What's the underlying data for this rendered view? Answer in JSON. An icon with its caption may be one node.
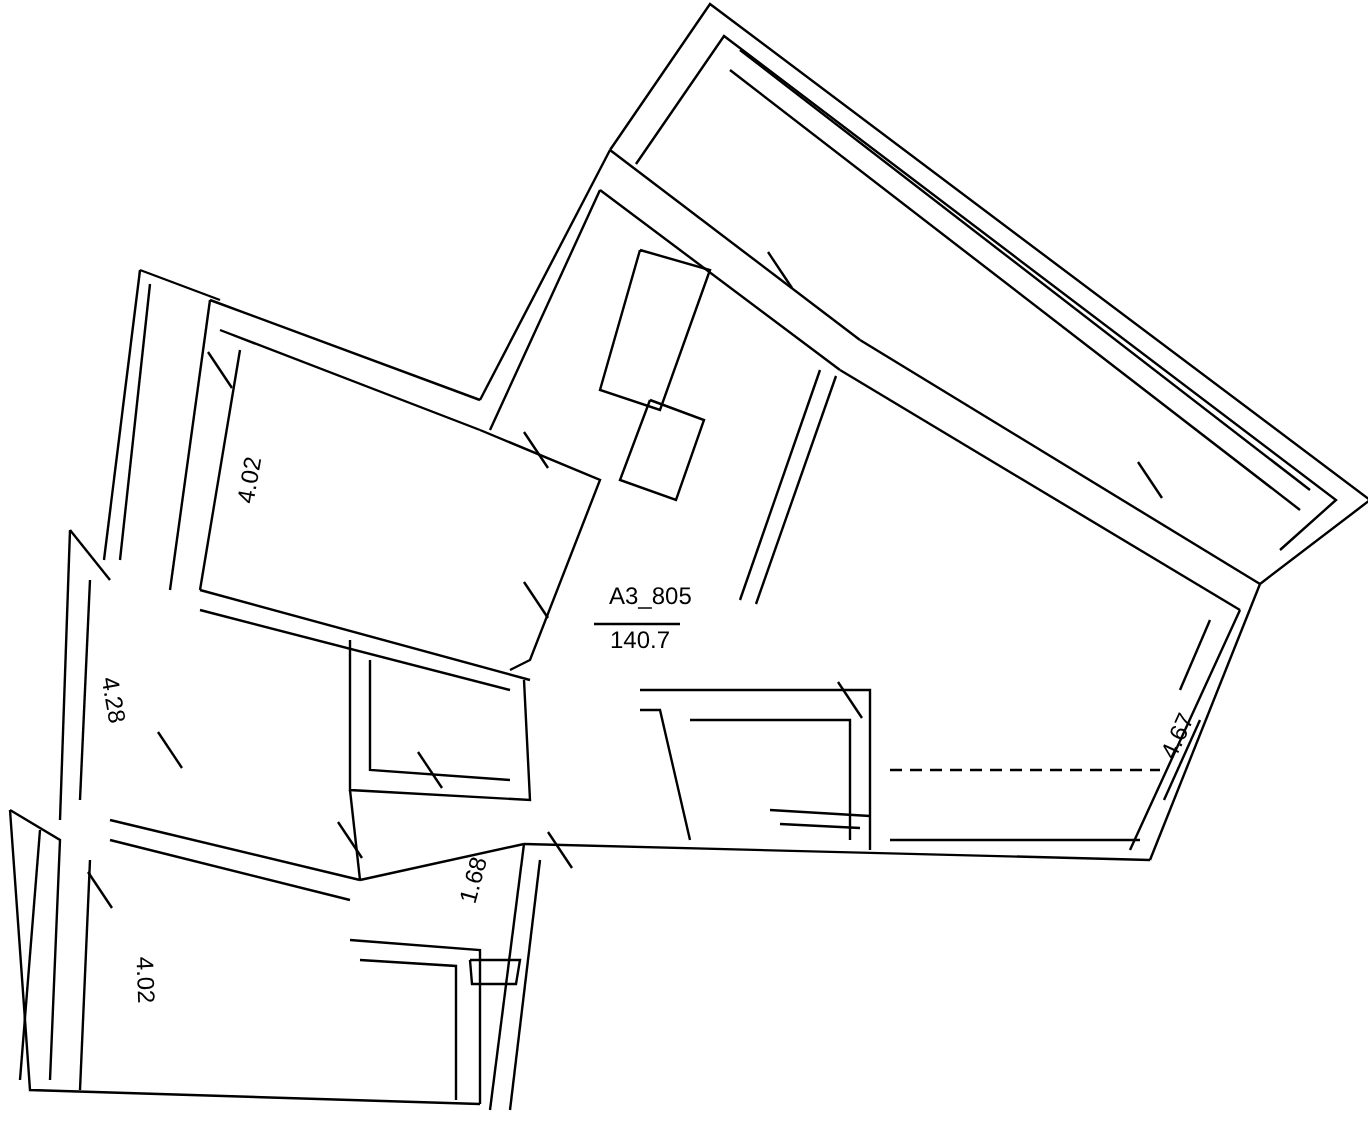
{
  "diagram": {
    "labels": [
      "4.02",
      "A3_805",
      "140.7",
      "4.28",
      "4.67",
      "1.68",
      "4.02"
    ]
  }
}
